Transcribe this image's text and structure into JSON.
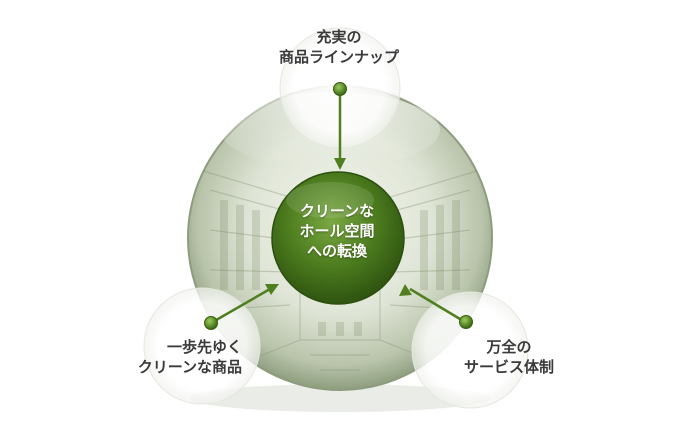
{
  "diagram": {
    "center": {
      "lines": [
        "クリーンな",
        "ホール空間",
        "への転換"
      ]
    },
    "nodes": {
      "top": {
        "lines": [
          "充実の",
          "商品ラインナップ"
        ]
      },
      "left": {
        "lines": [
          "一歩先ゆく",
          "クリーンな商品"
        ]
      },
      "right": {
        "lines": [
          "万全の",
          "サービス体制"
        ]
      }
    },
    "colors": {
      "core_green": "#4c7c1e",
      "core_dark": "#2f5410",
      "arrow_green": "#4f7f1f",
      "sphere_light": "#e7ece0",
      "sphere_dark": "#9aa98b",
      "label_text": "#3a3a3a"
    }
  }
}
